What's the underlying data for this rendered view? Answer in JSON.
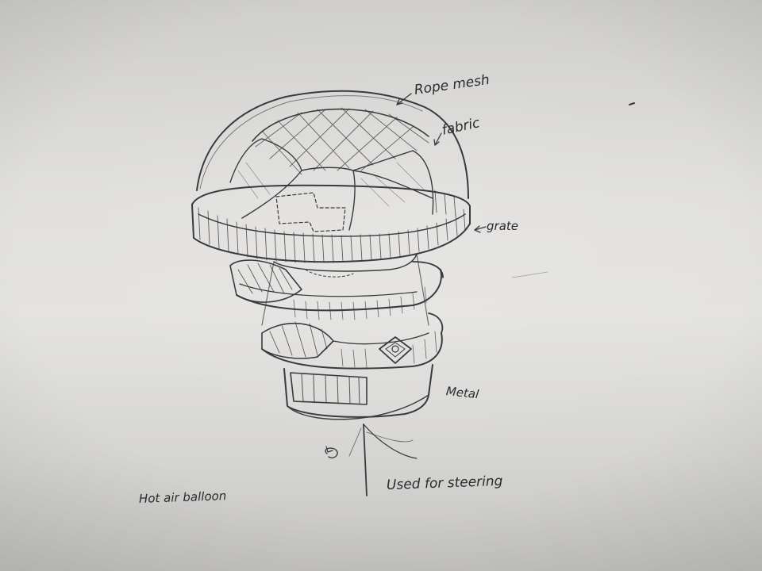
{
  "labels": {
    "rope_mesh": "Rope mesh",
    "fabric": "fabric",
    "grate": "grate",
    "metal": "Metal",
    "steering": "Used for steering",
    "title": "Hot air balloon"
  },
  "colors": {
    "paper": "#e1e0de",
    "pencil": "#3a3a3a"
  }
}
